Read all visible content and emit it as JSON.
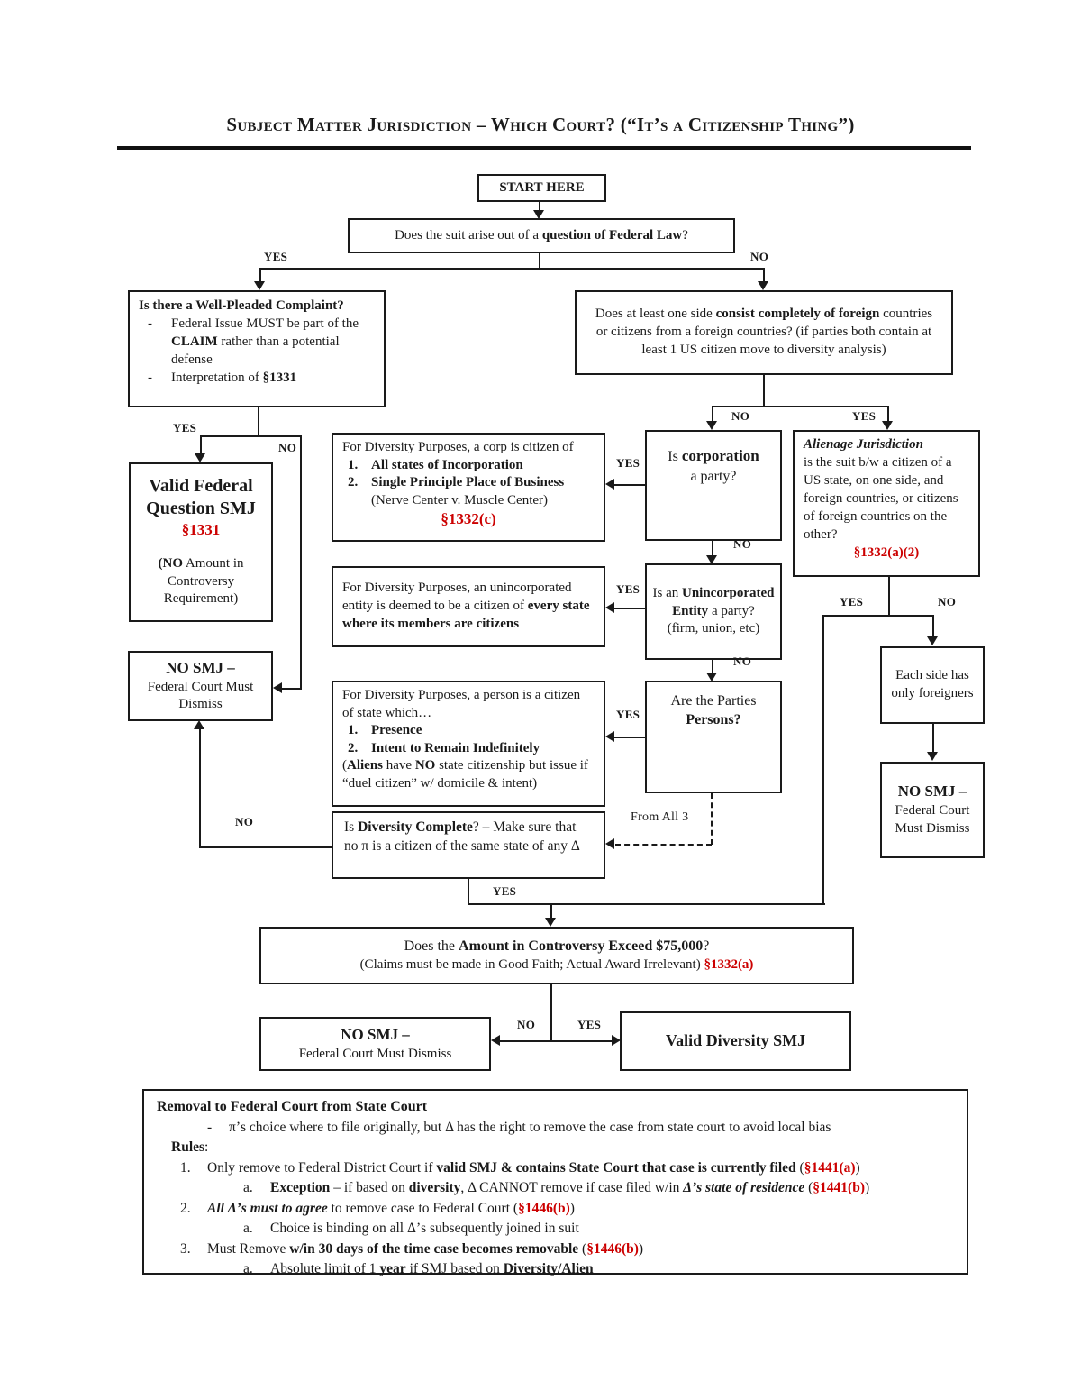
{
  "colors": {
    "accent_red": "#cc0000",
    "ink": "#1a1a1a"
  },
  "title": "Subject Matter Jurisdiction – Which Court? (“It’s a Citizenship Thing”)",
  "labels": {
    "yes": "YES",
    "no": "NO",
    "from_all_3": "From All 3"
  },
  "start": {
    "label": "START HERE"
  },
  "q_federal": {
    "pre": "Does the suit arise out of a ",
    "bold": "question of Federal Law",
    "post": "?"
  },
  "well_pleaded": {
    "t_pre": "Is there a ",
    "t_bold": "Well-Pleaded Complaint",
    "t_post": "?",
    "dash": "-",
    "b1_pre": "Federal Issue MUST be part of the ",
    "b1_bold": "CLAIM",
    "b1_post": " rather than a potential defense",
    "b2_pre": "Interpretation of ",
    "b2_bold": "§1331"
  },
  "q_foreign": {
    "pre": "Does at least one side ",
    "bold": "consist completely of foreign",
    "post": " countries or citizens from a foreign countries? (if parties both contain at least 1 US citizen move to diversity analysis)"
  },
  "valid_fq": {
    "title": "Valid Federal Question SMJ",
    "cite": "§1331",
    "note_pre": "(",
    "note_bold": "NO",
    "note_post": " Amount in Controversy Requirement)"
  },
  "no_smj_left": {
    "bold": "NO SMJ –",
    "rest": "Federal Court Must Dismiss"
  },
  "corp_rule": {
    "intro": "For Diversity Purposes, a corp is citizen of",
    "n1": "1.",
    "item1": "All states of Incorporation",
    "n2": "2.",
    "item2": "Single Principle Place of Business",
    "item2_note": "(Nerve Center v. Muscle Center)",
    "cite": "§1332(c)"
  },
  "q_corp": {
    "pre": "Is ",
    "bold": "corporation",
    "line2": "a party?"
  },
  "alienage": {
    "title": "Alienage Jurisdiction",
    "body": "is the suit b/w a citizen of a US state, on one side, and foreign countries, or citizens of foreign countries on the other?",
    "cite": "§1332(a)(2)"
  },
  "unincorp_rule": {
    "pre": "For Diversity Purposes, an unincorporated entity is deemed to be a citizen of ",
    "bold": "every state where its members are citizens"
  },
  "q_unincorp": {
    "l1": "Is an",
    "bold": "Unincorporated Entity",
    "post": " a party?",
    "note": "(firm, union, etc)"
  },
  "person_rule": {
    "intro": "For Diversity Purposes, a person is a citizen of state which…",
    "n1": "1.",
    "item1": "Presence",
    "n2": "2.",
    "item2": "Intent to Remain Indefinitely",
    "note_pre": "(",
    "note_b1": "Aliens",
    "note_m1": " have ",
    "note_b2": "NO",
    "note_post": " state citizenship but issue if “duel citizen” w/ domicile & intent)"
  },
  "q_persons": {
    "l1": "Are the Parties ",
    "bold": "Persons",
    "post": "?"
  },
  "q_diversity": {
    "pre": "Is ",
    "bold": "Diversity Complete",
    "post": "? – Make sure that no π is a citizen of the same state of any Δ"
  },
  "each_side": {
    "text": "Each side has only foreigners"
  },
  "no_smj_right": {
    "bold": "NO SMJ –",
    "rest": "Federal Court Must Dismiss"
  },
  "q_amount": {
    "l1_pre": "Does the ",
    "l1_bold": "Amount in Controversy Exceed $75,000",
    "l1_post": "?",
    "l2": "(Claims must be made in Good Faith; Actual Award Irrelevant) ",
    "cite": "§1332(a)"
  },
  "no_smj_bottom": {
    "bold": "NO SMJ –",
    "rest": "Federal Court Must Dismiss"
  },
  "valid_diversity": {
    "title": "Valid Diversity SMJ"
  },
  "removal": {
    "heading": "Removal to Federal Court from State Court",
    "dash": "-",
    "bullet": "π’s choice where to file originally, but Δ has the right to remove the case from state court to avoid local bias",
    "rules_label": "Rules",
    "rules_colon": ":",
    "r1_num": "1.",
    "r1_pre": "Only remove to Federal District Court if ",
    "r1_bold": "valid SMJ & contains State Court that case is currently filed",
    "r1_mid": "  (",
    "r1_cite": "§1441(a)",
    "r1_post": ")",
    "r1a_num": "a.",
    "r1a_b1": "Exception",
    "r1a_m1": " – if based on ",
    "r1a_b2": "diversity",
    "r1a_m2": ", Δ CANNOT remove if case filed w/in ",
    "r1a_bi": "Δ’s state of residence",
    "r1a_m3": " (",
    "r1a_cite": "§1441(b)",
    "r1a_post": ")",
    "r2_num": "2.",
    "r2_bi": "All Δ’s must to agree",
    "r2_mid": " to remove case to Federal Court (",
    "r2_cite": "§1446(b)",
    "r2_post": ")",
    "r2a_num": "a.",
    "r2a_text": "Choice is binding on all Δ’s subsequently joined in suit",
    "r3_num": "3.",
    "r3_pre": "Must Remove ",
    "r3_bold": "w/in 30 days of the time case becomes removable",
    "r3_mid": " (",
    "r3_cite": "§1446(b)",
    "r3_post": ")",
    "r3a_num": "a.",
    "r3a_pre": "Absolute limit of 1 ",
    "r3a_b1": "year",
    "r3a_m1": " if SMJ based on ",
    "r3a_b2": "Diversity/Alien"
  }
}
